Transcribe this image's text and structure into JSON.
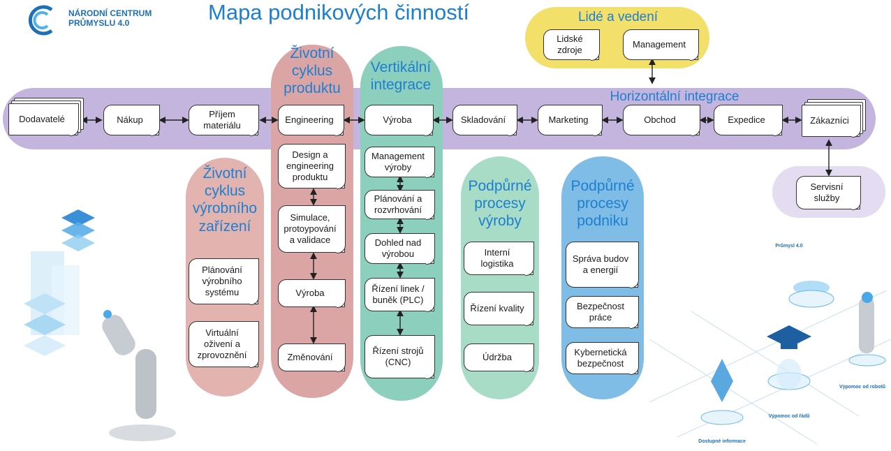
{
  "header": {
    "logo_line1": "NÁRODNÍ CENTRUM",
    "logo_line2": "PRŮMYSLU 4.0",
    "title": "Mapa podnikových činností"
  },
  "people": {
    "title": "Lidé a vedení",
    "hr": "Lidské zdroje",
    "management": "Management"
  },
  "horizontal": {
    "title": "Horizontální integrace",
    "chain": [
      "Dodavatelé",
      "Nákup",
      "Příjem materiálu",
      "Engineering",
      "Výroba",
      "Skladování",
      "Marketing",
      "Obchod",
      "Expedice",
      "Zákazníci"
    ]
  },
  "service": "Servisní služby",
  "lifecycle_product": {
    "title": "Životní cyklus produktu",
    "items": [
      "Design a engineering produktu",
      "Simulace, protoypování a validace",
      "Výroba",
      "Změnování"
    ]
  },
  "vertical": {
    "title": "Vertikální integrace",
    "items": [
      "Management výroby",
      "Plánování a rozvrhování",
      "Dohled nad výrobou",
      "Řízení linek / buněk (PLC)",
      "Řízení strojů (CNC)"
    ]
  },
  "lifecycle_equipment": {
    "title": "Životní cyklus výrobního zařízení",
    "items": [
      "Plánování výrobního systému",
      "Virtuální oživení a zprovoznění"
    ]
  },
  "support_production": {
    "title": "Podpůrné procesy výroby",
    "items": [
      "Interní logistika",
      "Řízení kvality",
      "Údržba"
    ]
  },
  "support_company": {
    "title": "Podpůrné procesy podniku",
    "items": [
      "Správa budov a energií",
      "Bezpečnost práce",
      "Kybernetická bezpečnost"
    ]
  },
  "illustration": {
    "label1": "Průmysl 4.0",
    "label2": "Výpomoc od robotů",
    "label3": "Výpomoc od řádů",
    "label4": "Dostupné informace"
  }
}
